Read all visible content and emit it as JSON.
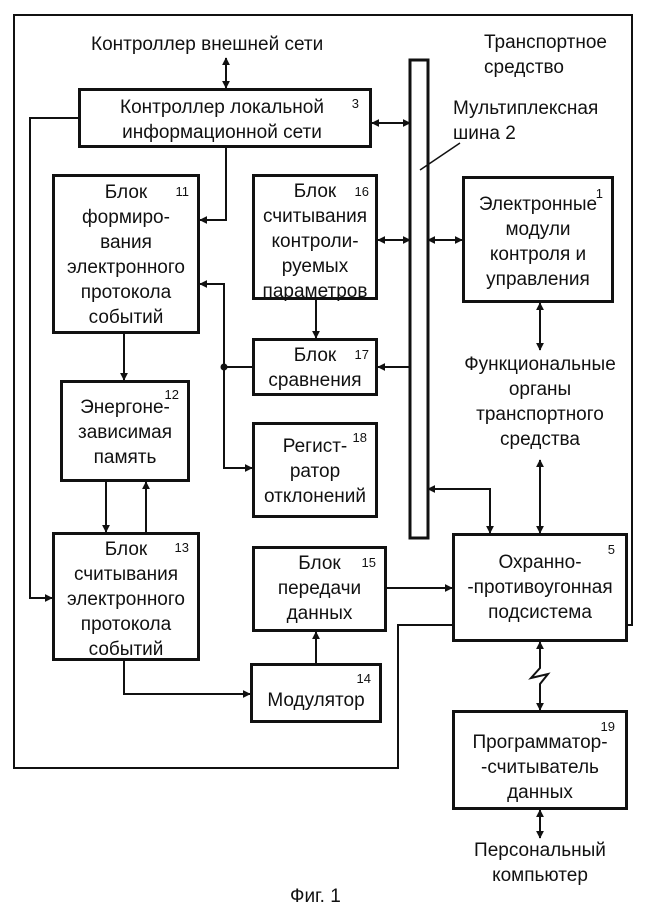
{
  "diagram": {
    "caption": "Фиг. 1",
    "outer_label": [
      "Транспортное",
      "средство"
    ],
    "external_controller": "Контроллер внешней сети",
    "bus_label": [
      "Мультиплексная",
      "шина 2"
    ],
    "functional_organs": [
      "Функциональные",
      "органы",
      "транспортного",
      "средства"
    ],
    "personal_computer": [
      "Персональный",
      "компьютер"
    ],
    "blocks": {
      "b3": {
        "num": "3",
        "lines": [
          "Контроллер локальной",
          "информационной сети"
        ]
      },
      "b11": {
        "num": "11",
        "lines": [
          "Блок",
          "формиро-",
          "вания",
          "электронного",
          "протокола",
          "событий"
        ]
      },
      "b16": {
        "num": "16",
        "lines": [
          "Блок",
          "считывания",
          "контроли-",
          "руемых",
          "параметров"
        ]
      },
      "b1": {
        "num": "1",
        "lines": [
          "Электронные",
          "модули",
          "контроля и",
          "управления"
        ]
      },
      "b17": {
        "num": "17",
        "lines": [
          "Блок",
          "сравнения"
        ]
      },
      "b12": {
        "num": "12",
        "lines": [
          "Энергоне-",
          "зависимая",
          "память"
        ]
      },
      "b18": {
        "num": "18",
        "lines": [
          "Регист-",
          "ратор",
          "отклонений"
        ]
      },
      "b13": {
        "num": "13",
        "lines": [
          "Блок",
          "считывания",
          "электронного",
          "протокола",
          "событий"
        ]
      },
      "b15": {
        "num": "15",
        "lines": [
          "Блок",
          "передачи",
          "данных"
        ]
      },
      "b5": {
        "num": "5",
        "lines": [
          "Охранно-",
          "-противоугонная",
          "подсистема"
        ]
      },
      "b14": {
        "num": "14",
        "lines": [
          "Модулятор"
        ]
      },
      "b19": {
        "num": "19",
        "lines": [
          "Программатор-",
          "-считыватель",
          "данных"
        ]
      }
    }
  }
}
